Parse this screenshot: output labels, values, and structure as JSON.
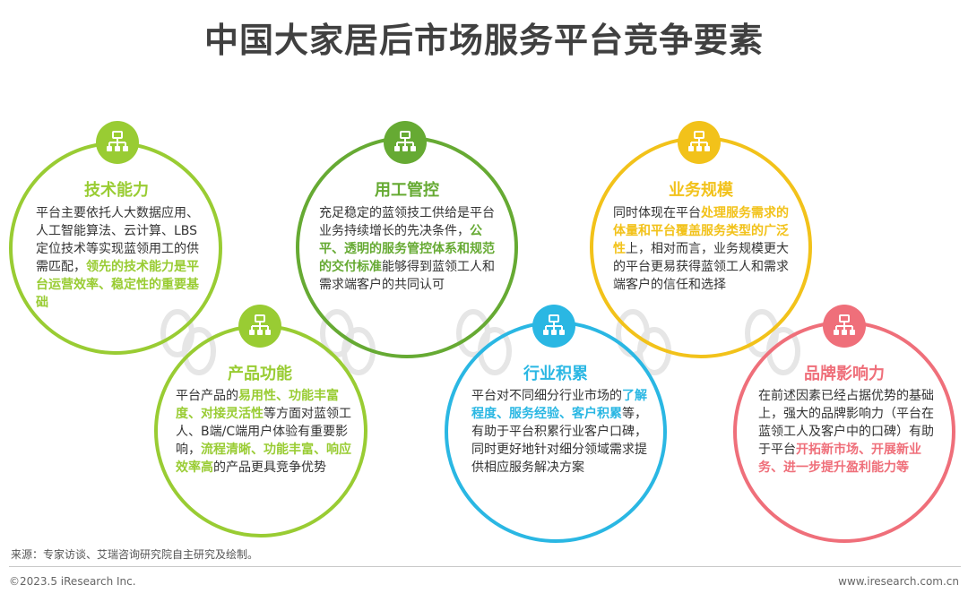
{
  "title": "中国大家居后市场服务平台竞争要素",
  "colors": {
    "light_green": "#99cc33",
    "green": "#66aa33",
    "yellow": "#f2c21a",
    "blue": "#2ab7e3",
    "pink": "#ef6f7a"
  },
  "icon": "org-chart-icon",
  "cards": [
    {
      "heading": "技术能力",
      "color": "#99cc33",
      "segments": [
        {
          "text": "平台主要依托人大数据应用、人工智能算法、云计算、LBS定位技术等实现蓝领用工的供需匹配，",
          "bold": false
        },
        {
          "text": "领先的技术能力是平台运营效率、稳定性的重要基础",
          "bold": true
        }
      ]
    },
    {
      "heading": "用工管控",
      "color": "#66aa33",
      "segments": [
        {
          "text": "充足稳定的蓝领技工供给是平台业务持续增长的先决条件，",
          "bold": false
        },
        {
          "text": "公平、透明的服务管控体系和规范的交付标准",
          "bold": true
        },
        {
          "text": "能够得到蓝领工人和需求端客户的共同认可",
          "bold": false
        }
      ]
    },
    {
      "heading": "业务规模",
      "color": "#f2c21a",
      "segments": [
        {
          "text": "同时体现在平台",
          "bold": false
        },
        {
          "text": "处理服务需求的体量和平台覆盖服务类型的广泛性",
          "bold": true
        },
        {
          "text": "上，相对而言，业务规模更大的平台更易获得蓝领工人和需求端客户的信任和选择",
          "bold": false
        }
      ]
    },
    {
      "heading": "产品功能",
      "color": "#99cc33",
      "segments": [
        {
          "text": "平台产品的",
          "bold": false
        },
        {
          "text": "易用性、功能丰富度、对接灵活性",
          "bold": true
        },
        {
          "text": "等方面对蓝领工人、B端/C端用户体验有重要影响，",
          "bold": false
        },
        {
          "text": "流程清晰、功能丰富、响应效率高",
          "bold": true
        },
        {
          "text": "的产品更具竞争优势",
          "bold": false
        }
      ]
    },
    {
      "heading": "行业积累",
      "color": "#2ab7e3",
      "segments": [
        {
          "text": "平台对不同细分行业市场的",
          "bold": false
        },
        {
          "text": "了解程度、服务经验、客户积累",
          "bold": true
        },
        {
          "text": "等，有助于平台积累行业客户口碑，同时更好地针对细分领域需求提供相应服务解决方案",
          "bold": false
        }
      ]
    },
    {
      "heading": "品牌影响力",
      "color": "#ef6f7a",
      "segments": [
        {
          "text": "在前述因素已经占据优势的基础上，强大的品牌影响力（平台在蓝领工人及客户中的口碑）有助于平台",
          "bold": false
        },
        {
          "text": "开拓新市场、开展新业务、进一步提升盈利能力等",
          "bold": true
        }
      ]
    }
  ],
  "footer": {
    "source": "来源：专家访谈、艾瑞咨询研究院自主研究及绘制。",
    "copyright": "©2023.5 iResearch Inc.",
    "website": "www.iresearch.com.cn"
  }
}
